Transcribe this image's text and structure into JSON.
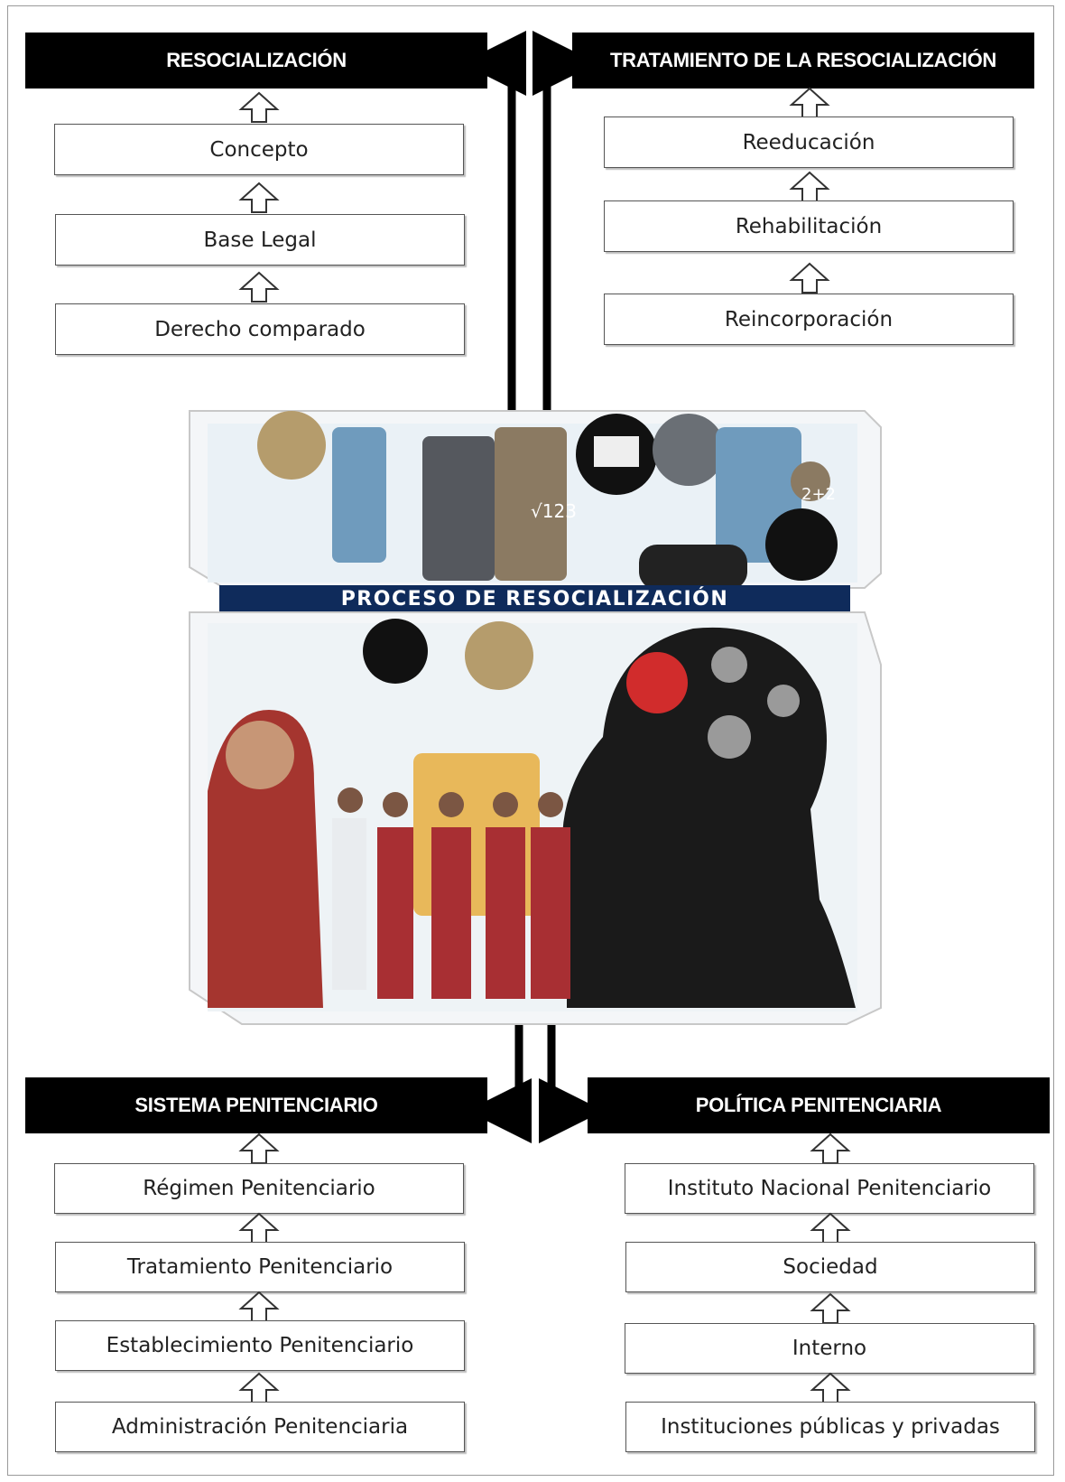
{
  "colors": {
    "header_bg": "#000000",
    "header_text": "#ffffff",
    "band_bg": "#0f2b5b",
    "box_border": "#555555"
  },
  "resocializacion": {
    "title": "RESOCIALIZACIÓN",
    "items": [
      "Concepto",
      "Base Legal",
      "Derecho comparado"
    ]
  },
  "tratamiento": {
    "title": "TRATAMIENTO DE LA RESOCIALIZACIÓN",
    "items": [
      "Reeducación",
      "Rehabilitación",
      "Reincorporación"
    ]
  },
  "centro": {
    "title": "PROCESO DE RESOCIALIZACIÓN"
  },
  "sistema": {
    "title": "SISTEMA PENITENCIARIO",
    "items": [
      "Régimen Penitenciario",
      "Tratamiento Penitenciario",
      "Establecimiento Penitenciario",
      "Administración Penitenciaria"
    ]
  },
  "politica": {
    "title": "POLÍTICA PENITENCIARIA",
    "items": [
      "Instituto Nacional Penitenciario",
      "Sociedad",
      "Interno",
      "Instituciones públicas y privadas"
    ]
  }
}
